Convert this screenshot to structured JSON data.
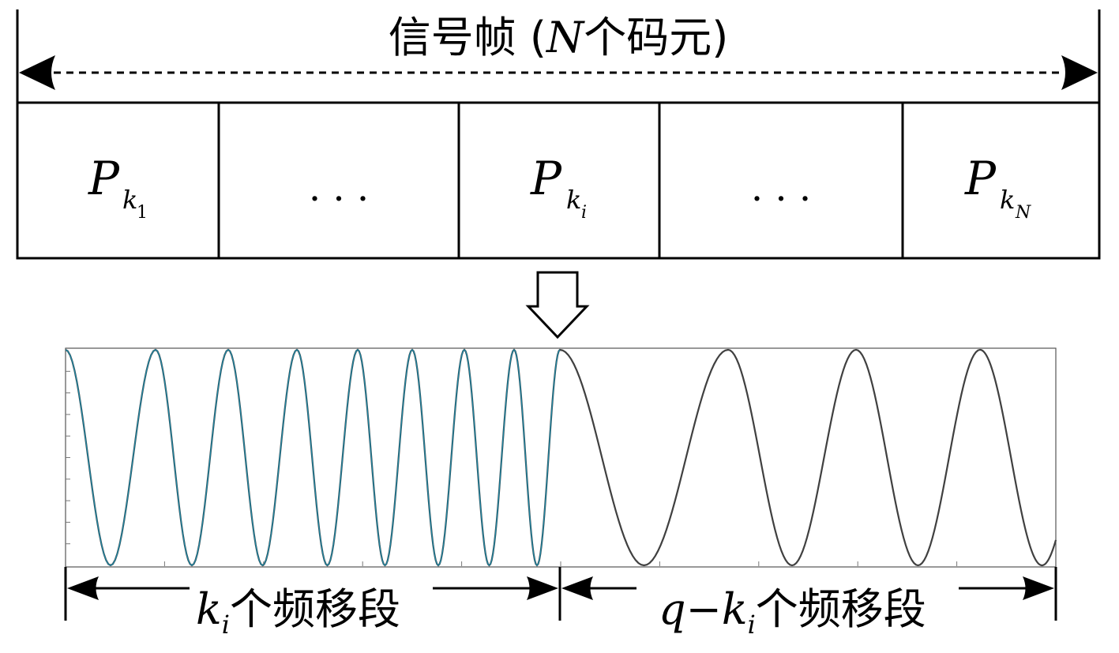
{
  "frame": {
    "title_prefix": "信号帧 (",
    "title_var": "N",
    "title_suffix": "个码元)"
  },
  "cells": [
    {
      "type": "symbol",
      "base": "P",
      "sub": "k",
      "subsub": "1"
    },
    {
      "type": "ellipsis",
      "text": ". . ."
    },
    {
      "type": "symbol",
      "base": "P",
      "sub": "k",
      "subsub": "i"
    },
    {
      "type": "ellipsis",
      "text": ". . ."
    },
    {
      "type": "symbol",
      "base": "P",
      "sub": "k",
      "subsub": "N"
    }
  ],
  "segments": {
    "left": {
      "var": "k",
      "sub": "i",
      "text": "个频移段"
    },
    "right": {
      "prefix": "q−",
      "var": "k",
      "sub": "i",
      "text": "个频移段"
    }
  },
  "colors": {
    "line": "#000000",
    "wave_dark": "#404040",
    "wave_teal": "#1a8fb0"
  },
  "icons": {
    "down_arrow": "hollow-down-arrow-icon"
  }
}
